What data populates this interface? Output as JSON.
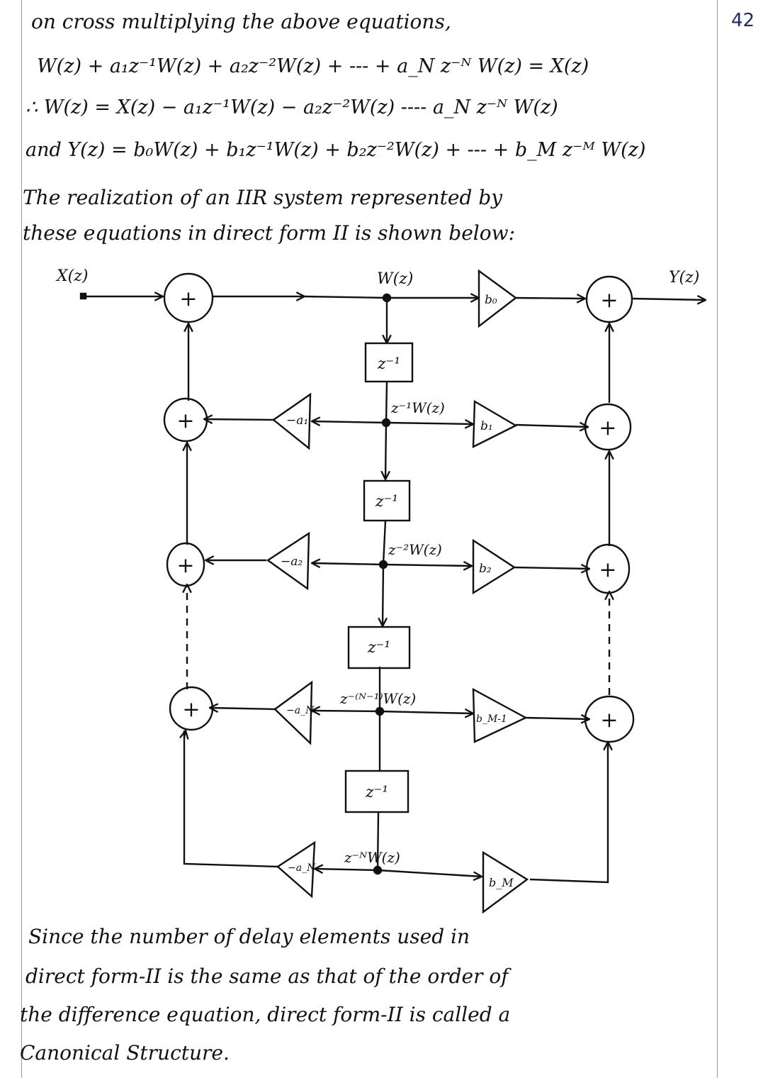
{
  "page": {
    "number": "42",
    "ink_color": "#111111",
    "page_number_color": "#1f2a6b"
  },
  "intro": {
    "lead": "on cross multiplying the above equations,",
    "equations": [
      "W(z) + a₁z⁻¹W(z) + a₂z⁻²W(z) + --- + a_N z⁻ᴺ W(z) = X(z)",
      "∴ W(z) = X(z) − a₁z⁻¹W(z) − a₂z⁻²W(z) ---- a_N z⁻ᴺ W(z)",
      "and  Y(z) = b₀W(z) + b₁z⁻¹W(z) + b₂z⁻²W(z) + --- + b_M z⁻ᴹ W(z)"
    ],
    "realization_lines": [
      "The realization of an IIR system represented by",
      "these equations in direct form II is shown below:"
    ]
  },
  "diagram": {
    "input_label": "X(z)",
    "output_label": "Y(z)",
    "node_label": "W(z)",
    "adder_symbol": "+",
    "delay_label": "z⁻¹",
    "tap_labels": [
      "z⁻¹W(z)",
      "z⁻²W(z)",
      "z⁻⁽ᴺ⁻¹⁾W(z)",
      "z⁻ᴺW(z)"
    ],
    "feedback_gains": [
      "−a₁",
      "−a₂",
      "−a_N",
      "−a_N"
    ],
    "feedforward_gains": [
      "b₀",
      "b₁",
      "b₂",
      "b_M-1",
      "b_M"
    ]
  },
  "conclusion": {
    "lines": [
      "Since the number of delay elements used in",
      "direct form-II is the same as that of the order of",
      "the difference equation, direct form-II is called a",
      "Canonical Structure."
    ]
  }
}
